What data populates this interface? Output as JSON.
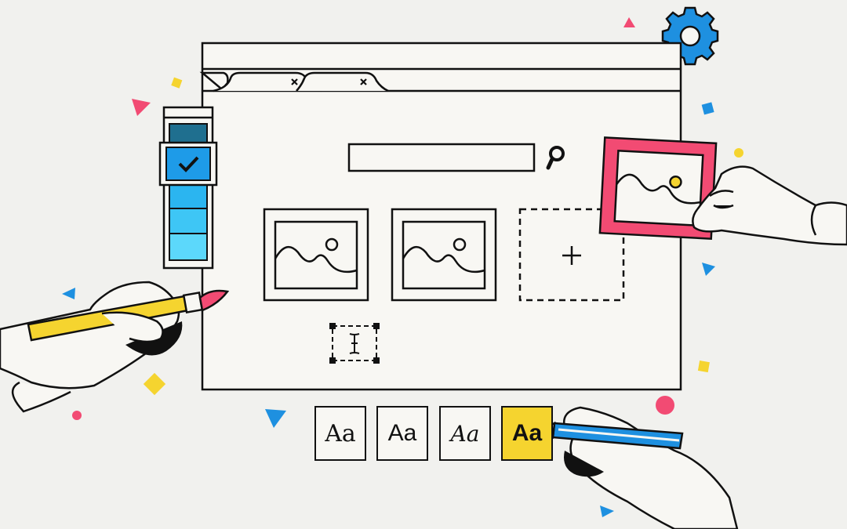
{
  "colors": {
    "background": "#f1f1ee",
    "outline": "#111111",
    "window_fill": "#f8f7f3",
    "accent_blue": "#1e90e0",
    "accent_pink": "#f24b73",
    "accent_yellow": "#f5d42f",
    "swatch_1": "#1f6f8f",
    "swatch_2": "#1e9be8",
    "swatch_3": "#2bb5f0",
    "swatch_4": "#3ec6f5",
    "swatch_5": "#5cd8fb"
  },
  "icons": {
    "settings": "gear-icon",
    "search": "search-icon",
    "tab_close": "close-icon",
    "add": "plus-icon",
    "text_cursor": "text-cursor-icon",
    "check": "check-icon",
    "image": "image-placeholder-icon"
  },
  "font_samples": [
    "Aa",
    "Aa",
    "Aa",
    "Aa"
  ],
  "color_picker": {
    "selected_swatch_index": 1
  }
}
